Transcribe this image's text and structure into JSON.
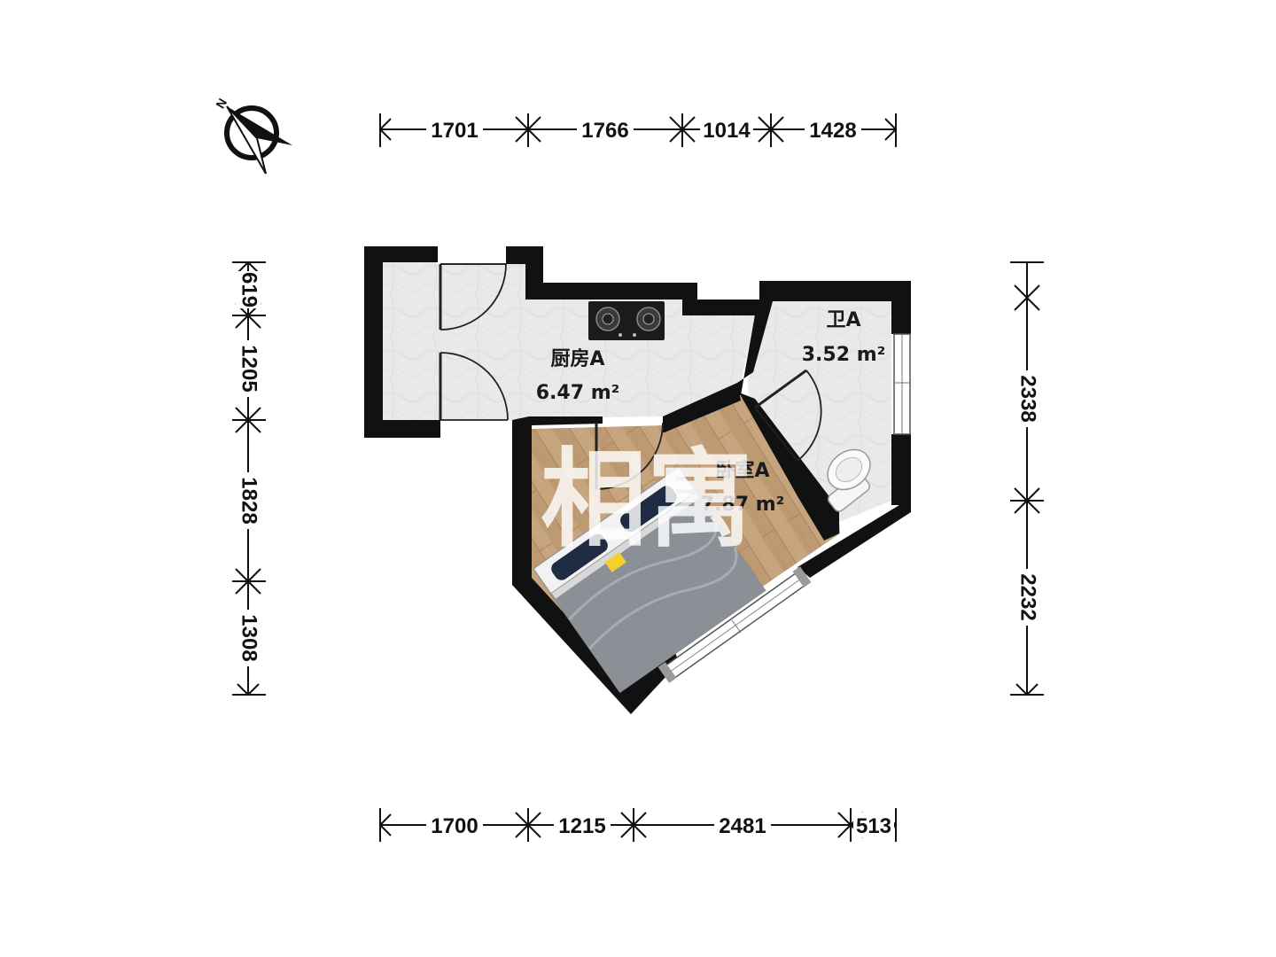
{
  "top_dimensions": [
    "1701",
    "1766",
    "1014",
    "1428"
  ],
  "bottom_dimensions": [
    "1700",
    "1215",
    "2481",
    "513"
  ],
  "left_dimensions": [
    "619",
    "1205",
    "1828",
    "1308"
  ],
  "right_dimensions": [
    "2338",
    "2232"
  ],
  "rooms": {
    "kitchen": {
      "name": "厨房A",
      "area": "6.47 m²"
    },
    "bathroom": {
      "name": "卫A",
      "area": "3.52 m²"
    },
    "bedroom": {
      "name": "卧室A",
      "area": "7.87 m²"
    }
  },
  "compass": {
    "north_label": "N"
  },
  "watermark": {
    "text": "相寓"
  },
  "colors": {
    "wall": "#111111",
    "tile_floor": "#e9ebea",
    "wood_floor": "#c4a27c",
    "dimension_line": "#111111"
  }
}
